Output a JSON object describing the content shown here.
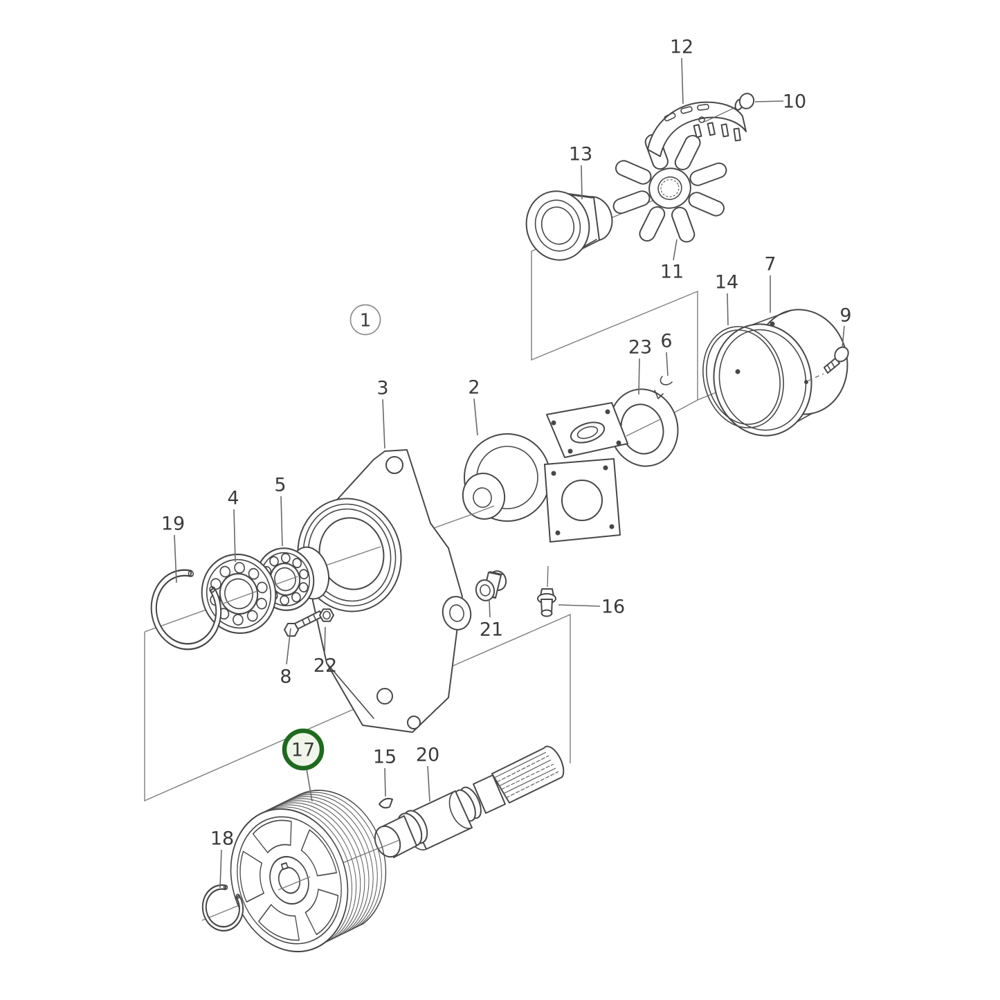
{
  "diagram": {
    "kind": "exploded-parts-diagram",
    "background": "#ffffff",
    "colors": {
      "line": "#474747",
      "leader": "#686868",
      "construction": "#7e7e7e",
      "label": "#3a3a3a",
      "muted_label": "#9b9b9b",
      "highlight": "#1e6a1e",
      "highlight_fill": "#f0f5ea"
    },
    "assembly_label": "1",
    "highlighted_part": "17",
    "muted_labels": [
      "11",
      "22"
    ],
    "labels": {
      "p1": "1",
      "p2": "2",
      "p3": "3",
      "p4": "4",
      "p5": "5",
      "p6": "6",
      "p7": "7",
      "p8": "8",
      "p9": "9",
      "p10": "10",
      "p11": "11",
      "p12": "12",
      "p13": "13",
      "p14": "14",
      "p15": "15",
      "p16": "16",
      "p17": "17",
      "p18": "18",
      "p19": "19",
      "p20": "20",
      "p21": "21",
      "p22": "22",
      "p23": "23"
    }
  }
}
